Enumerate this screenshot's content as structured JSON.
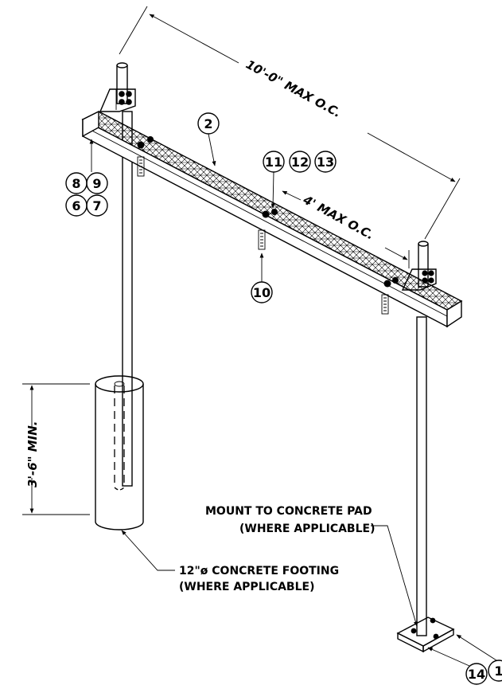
{
  "dimensions": {
    "post_spacing": "10'-0\" MAX O.C.",
    "clamp_spacing": "4' MAX O.C.",
    "footing_depth": "3'-6\" MIN."
  },
  "notes": {
    "pad_line1": "MOUNT TO CONCRETE PAD",
    "pad_line2": "(WHERE APPLICABLE)",
    "footing_line1": "12\"ø CONCRETE FOOTING",
    "footing_line2": "(WHERE APPLICABLE)"
  },
  "callouts": {
    "c2": "2",
    "c6": "6",
    "c7": "7",
    "c8": "8",
    "c9": "9",
    "c10": "10",
    "c11": "11",
    "c12": "12",
    "c13": "13",
    "c14": "14",
    "c1": "1"
  }
}
